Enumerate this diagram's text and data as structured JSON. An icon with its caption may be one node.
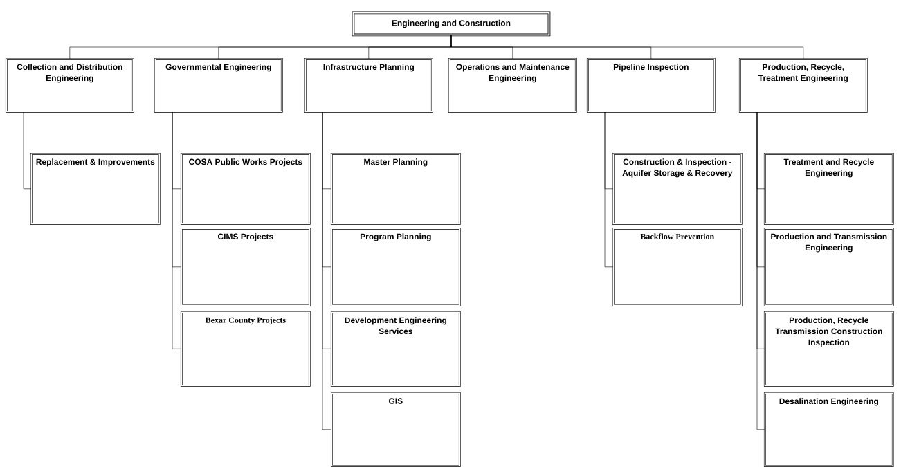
{
  "diagram": {
    "nodes": [
      {
        "text": [
          "Engineering and Construction"
        ]
      },
      {
        "text": [
          "Collection and Distribution Engineering"
        ]
      },
      {
        "text": [
          "Governmental Engineering"
        ]
      },
      {
        "text": [
          "Infrastructure Planning"
        ]
      },
      {
        "text": [
          "Operations and Maintenance Engineering"
        ]
      },
      {
        "text": [
          "Pipeline Inspection"
        ]
      },
      {
        "text": [
          "Production, Recycle, Treatment Engineering"
        ]
      },
      {
        "text": [
          "Replacement & Improvements"
        ]
      },
      {
        "text": [
          "COSA Public Works Projects"
        ]
      },
      {
        "text": [
          "CIMS Projects"
        ]
      },
      {
        "text": [
          "Bexar County Projects"
        ]
      },
      {
        "text": [
          "Master Planning"
        ]
      },
      {
        "text": [
          "Program Planning"
        ]
      },
      {
        "text": [
          "Development Engineering Services"
        ]
      },
      {
        "text": [
          "GIS"
        ]
      },
      {
        "text": [
          "Construction & Inspection - Aquifer Storage & Recovery"
        ]
      },
      {
        "text": [
          "Backflow Prevention"
        ]
      },
      {
        "text": [
          "Treatment and Recycle Engineering"
        ]
      },
      {
        "text": [
          "Production and Transmission Engineering"
        ]
      },
      {
        "text": [
          "Production, Recycle Transmission Construction Inspection"
        ]
      },
      {
        "text": [
          "Desalination Engineering"
        ]
      }
    ],
    "edges": [
      {
        "from": 0,
        "to": 1,
        "arrow": "none"
      },
      {
        "from": 0,
        "to": 2,
        "arrow": "none"
      },
      {
        "from": 0,
        "to": 3,
        "arrow": "none"
      },
      {
        "from": 0,
        "to": 4,
        "arrow": "none"
      },
      {
        "from": 0,
        "to": 5,
        "arrow": "none"
      },
      {
        "from": 0,
        "to": 6,
        "arrow": "none"
      },
      {
        "from": 1,
        "to": 7,
        "arrow": "none"
      },
      {
        "from": 2,
        "to": 8,
        "arrow": "none"
      },
      {
        "from": 2,
        "to": 9,
        "arrow": "none"
      },
      {
        "from": 2,
        "to": 10,
        "arrow": "none"
      },
      {
        "from": 3,
        "to": 11,
        "arrow": "none"
      },
      {
        "from": 3,
        "to": 12,
        "arrow": "none"
      },
      {
        "from": 3,
        "to": 13,
        "arrow": "none"
      },
      {
        "from": 3,
        "to": 14,
        "arrow": "none"
      },
      {
        "from": 5,
        "to": 15,
        "arrow": "none"
      },
      {
        "from": 5,
        "to": 16,
        "arrow": "none"
      },
      {
        "from": 6,
        "to": 17,
        "arrow": "none"
      },
      {
        "from": 6,
        "to": 18,
        "arrow": "none"
      },
      {
        "from": 6,
        "to": 19,
        "arrow": "none"
      },
      {
        "from": 6,
        "to": 20,
        "arrow": "none"
      }
    ]
  }
}
